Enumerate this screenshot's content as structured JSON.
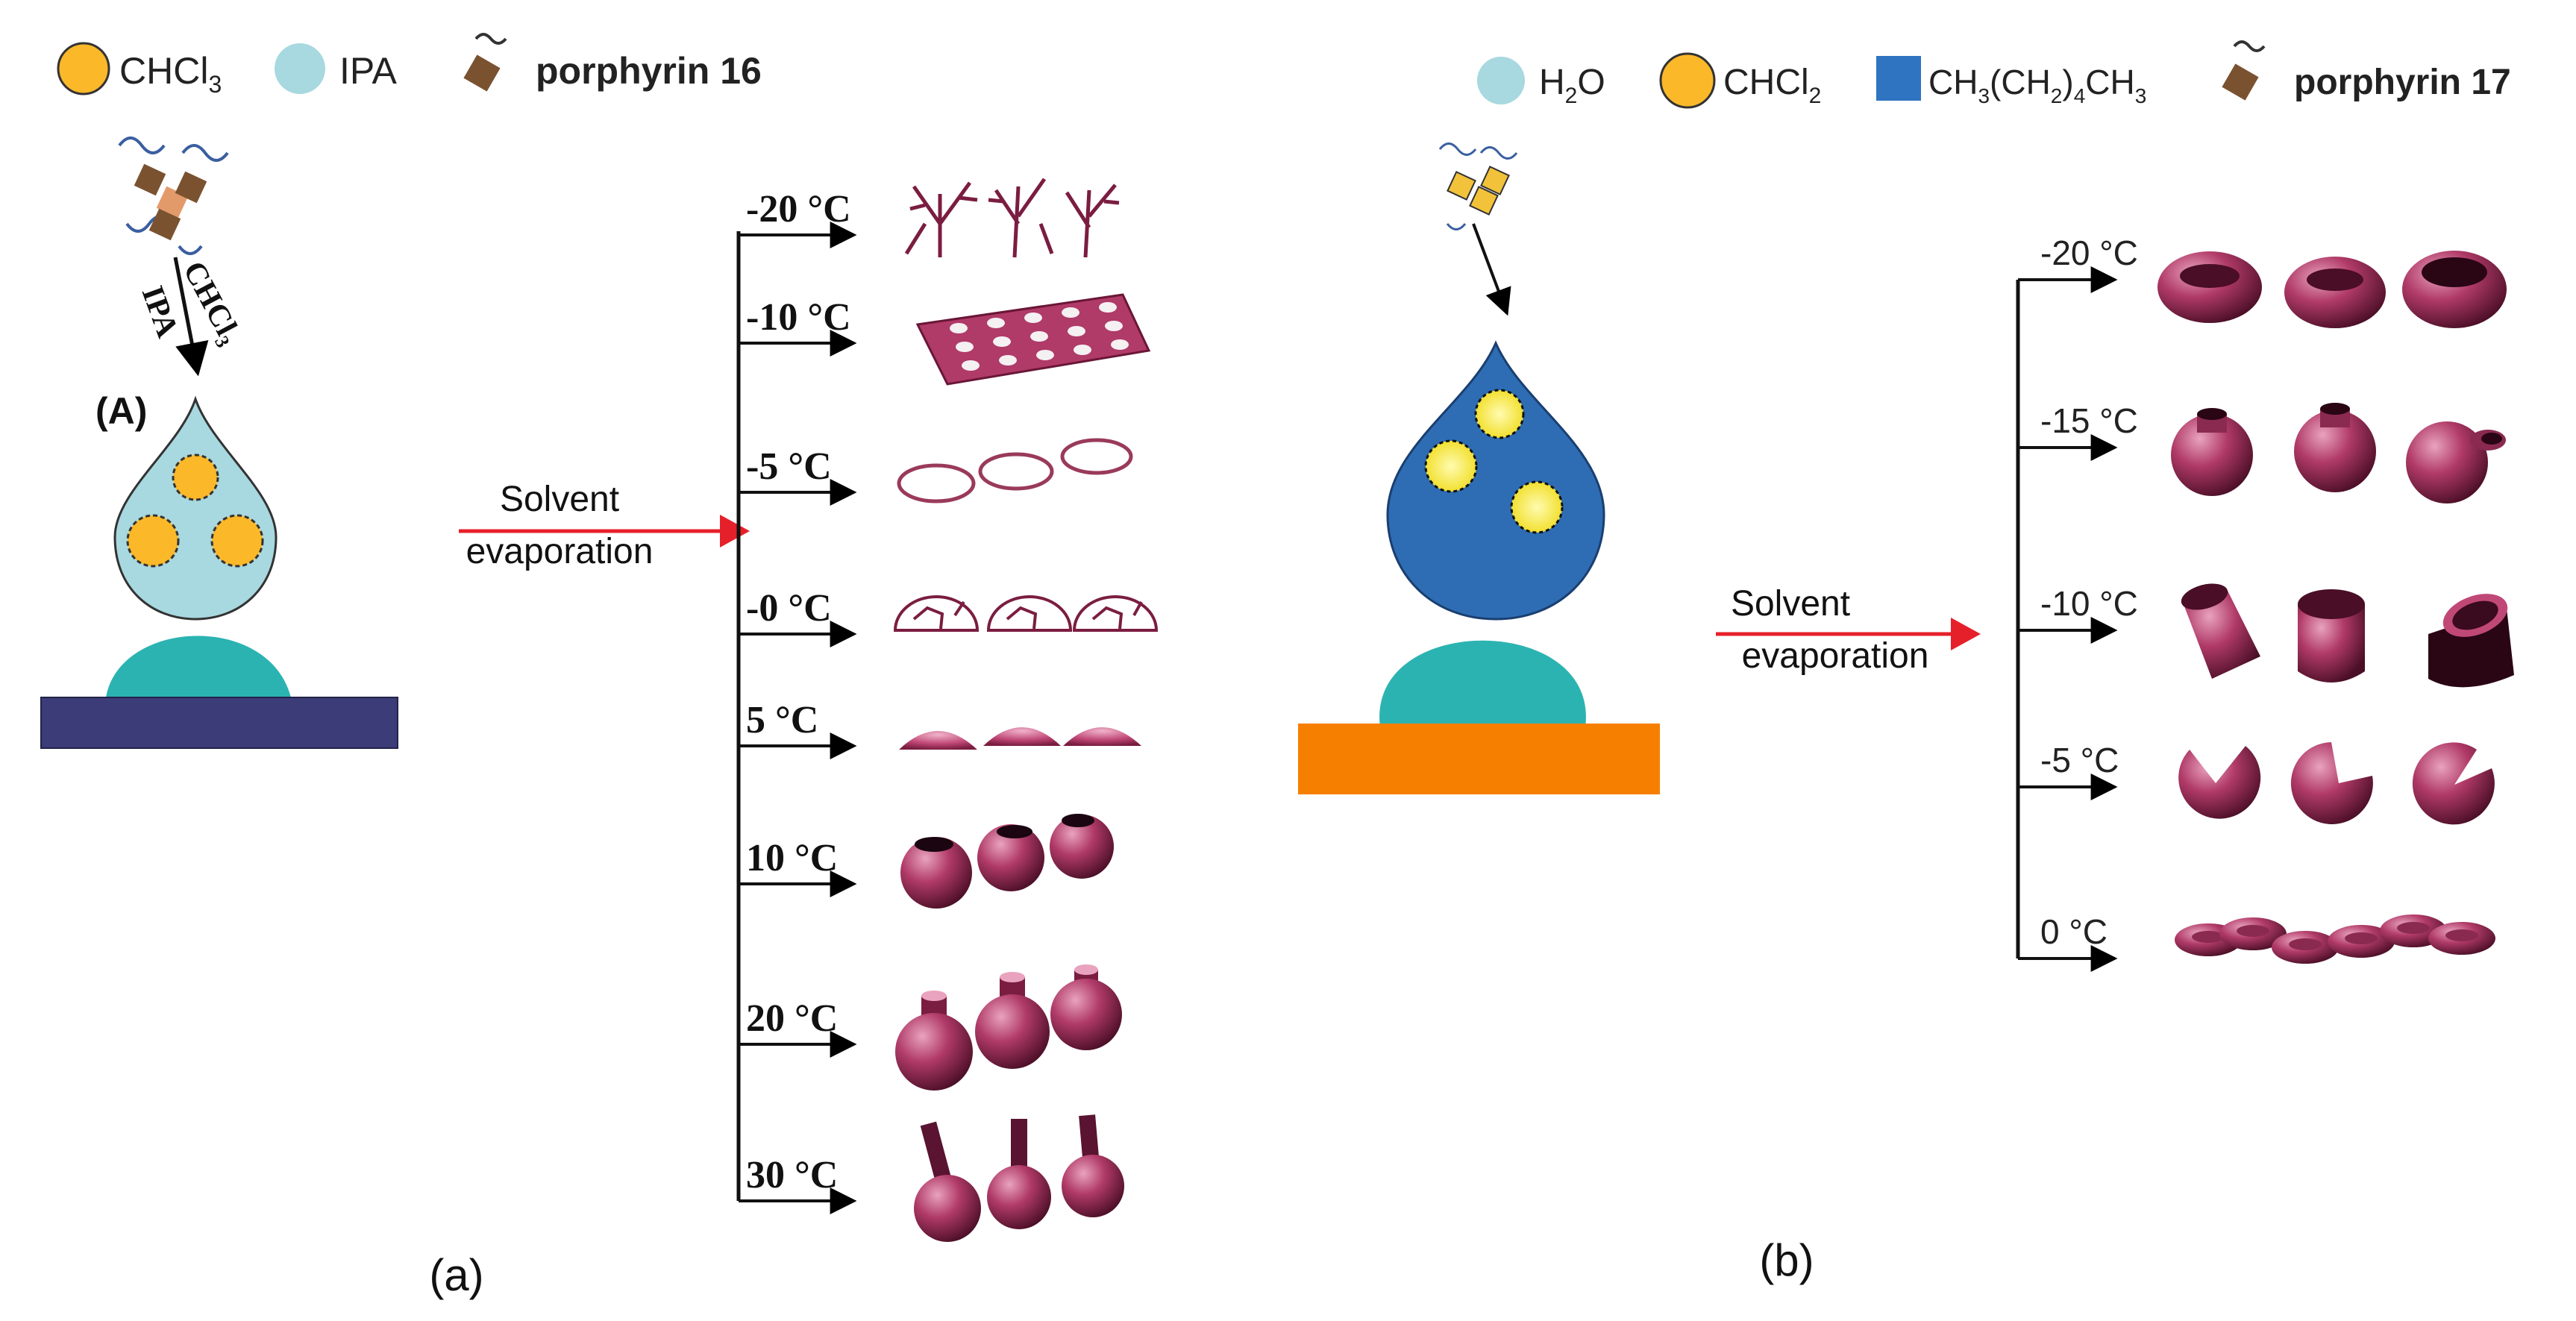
{
  "panel_a": {
    "legend": [
      {
        "label": "CHCl",
        "sub": "3"
      },
      {
        "label": "IPA",
        "sub": ""
      },
      {
        "label": "porphyrin 16",
        "sub": ""
      }
    ],
    "inlet_chcl": "CHCl",
    "inlet_chcl_sub": "3",
    "inlet_ipa": "IPA",
    "drop_label": "(A)",
    "arrow_line1": "Solvent",
    "arrow_line2": "evaporation",
    "temperatures": [
      "-20 °C",
      "-10 °C",
      "-5 °C",
      "-0 °C",
      "5 °C",
      "10 °C",
      "20 °C",
      "30 °C"
    ],
    "caption": "(a)"
  },
  "panel_b": {
    "legend": [
      {
        "label": "H",
        "sub": "2",
        "tail": "O"
      },
      {
        "label": "CHCl",
        "sub": "2",
        "tail": ""
      },
      {
        "label": "CH",
        "sub": "3",
        "tail": "(CH",
        "sub2": "2",
        "tail2": ")",
        "sub3": "4",
        "tail3": "CH",
        "sub4": "3"
      },
      {
        "label": "porphyrin 17",
        "sub": "",
        "tail": ""
      }
    ],
    "arrow_line1": "Solvent",
    "arrow_line2": "evaporation",
    "temperatures": [
      "-20 °C",
      "-15 °C",
      "-10 °C",
      "-5 °C",
      "0 °C"
    ],
    "caption": "(b)"
  },
  "colors": {
    "chcl_orange": "#FBB829",
    "ipa_blue": "#A8D8E0",
    "teal_cap": "#2BB3B1",
    "navy_substrate": "#3C3C78",
    "orange_substrate": "#F77F00",
    "blue_drop": "#2E6DB4",
    "magenta": "#B03A68",
    "arrow_red": "#E6202A",
    "hexane_blue": "#2F74C0",
    "porphyrin_brown": "#7A5230"
  }
}
